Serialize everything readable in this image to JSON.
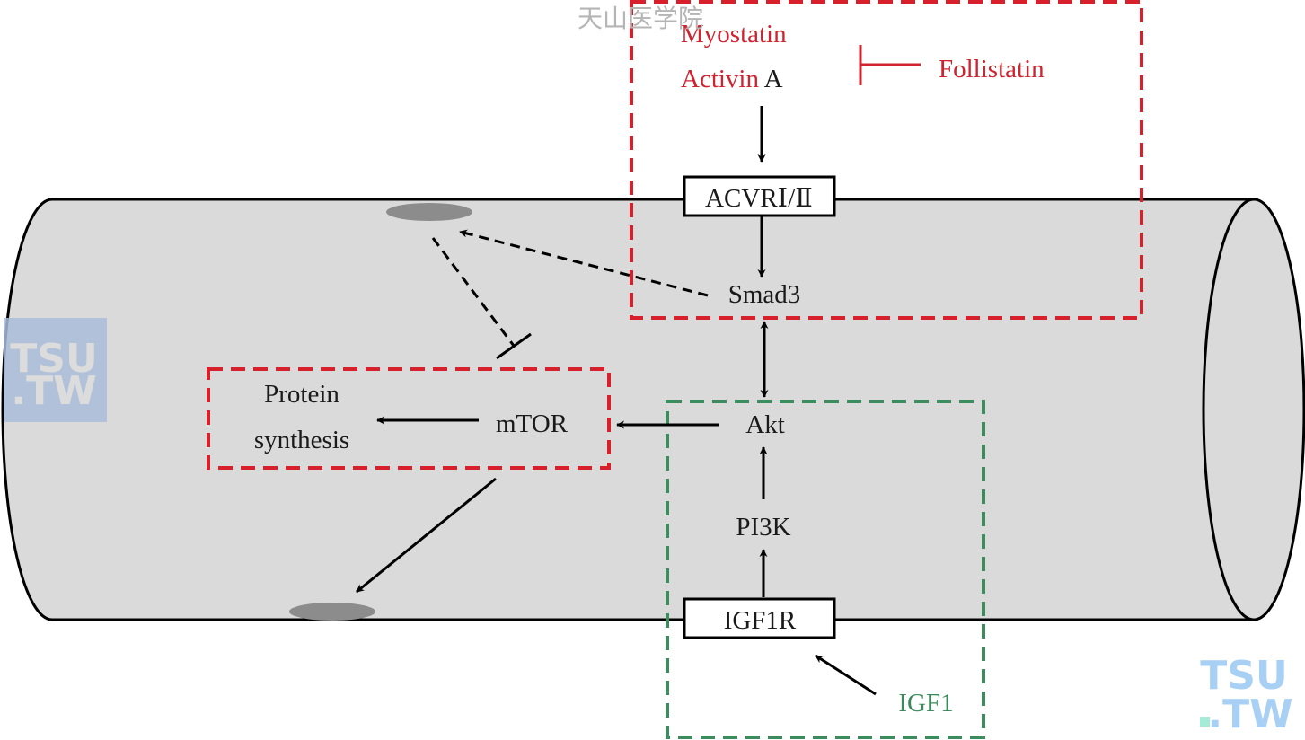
{
  "watermark_top": "天山医学院",
  "watermarks": [
    {
      "line1": "TSU",
      "line2": ".TW",
      "style": "boxed"
    },
    {
      "line1": "TSU",
      "line2": ".TW",
      "style": "plain"
    }
  ],
  "colors": {
    "red_box": "#d8202c",
    "green_box": "#3d8c5f",
    "cell_fill": "#dadada",
    "receptor_fill": "#ffffff",
    "granule": "#8c8c8c",
    "label_red": "#d0222f",
    "label_green": "#3c8a5c"
  },
  "nodes": {
    "myostatin": "Myostatin",
    "activin": "Activin",
    "activin_suffix": "A",
    "follistatin": "Follistatin",
    "acvr": "ACVRⅠ/Ⅱ",
    "smad3": "Smad3",
    "akt": "Akt",
    "pi3k": "PI3K",
    "igf1r": "IGF1R",
    "igf1": "IGF1",
    "mtor": "mTOR",
    "protein_line1": "Protein",
    "protein_line2": "synthesis"
  },
  "edges": [
    {
      "from": "Myostatin/Activin A",
      "to": "ACVRⅠ/Ⅱ",
      "type": "activation"
    },
    {
      "from": "Follistatin",
      "to": "Myostatin/Activin A",
      "type": "inhibition"
    },
    {
      "from": "ACVRⅠ/Ⅱ",
      "to": "Smad3",
      "type": "activation"
    },
    {
      "from": "Smad3",
      "to": "Akt",
      "type": "bidirectional"
    },
    {
      "from": "Smad3",
      "to": "nucleus-top",
      "type": "dashed-activation"
    },
    {
      "from": "nucleus-top",
      "to": "Protein synthesis box",
      "type": "dashed-inhibition"
    },
    {
      "from": "Akt",
      "to": "mTOR",
      "type": "activation"
    },
    {
      "from": "mTOR",
      "to": "Protein synthesis",
      "type": "activation"
    },
    {
      "from": "Protein synthesis box",
      "to": "nucleus-bottom",
      "type": "activation"
    },
    {
      "from": "PI3K",
      "to": "Akt",
      "type": "activation"
    },
    {
      "from": "IGF1R",
      "to": "PI3K",
      "type": "activation"
    },
    {
      "from": "IGF1",
      "to": "IGF1R",
      "type": "activation"
    }
  ]
}
